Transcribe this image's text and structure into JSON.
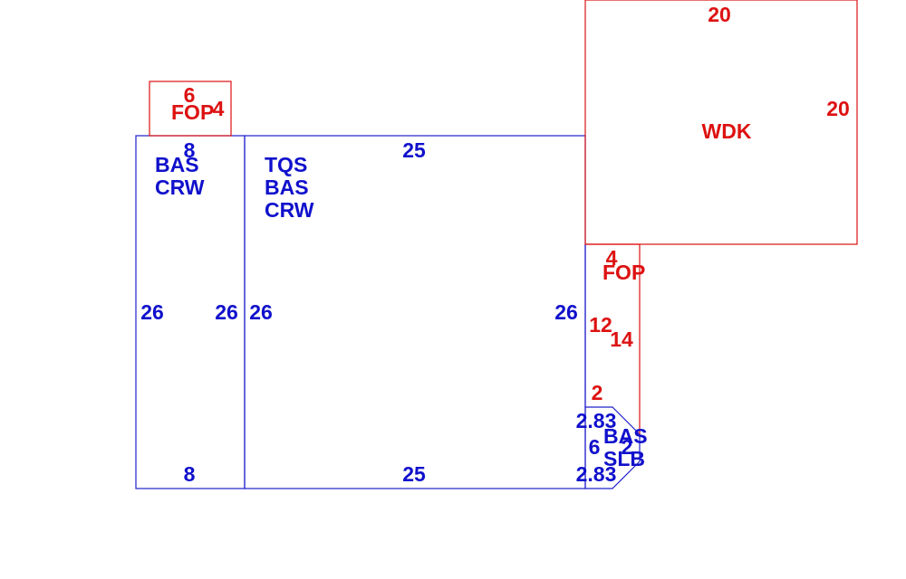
{
  "colors": {
    "living_area": "#1010cc",
    "exterior": "#dd1111",
    "background": "#ffffff"
  },
  "sections": {
    "left": {
      "codes": [
        "BAS",
        "CRW"
      ],
      "dims": {
        "top": "8",
        "bottom": "8",
        "left": "26",
        "right": "26"
      }
    },
    "main": {
      "codes": [
        "TQS",
        "BAS",
        "CRW"
      ],
      "dims": {
        "top": "25",
        "bottom": "25",
        "left": "26",
        "right": "26"
      }
    },
    "fop_top": {
      "code": "FOP",
      "dims": {
        "top": "6",
        "right": "4"
      }
    },
    "wdk": {
      "code": "WDK",
      "dims": {
        "top": "20",
        "right": "20"
      }
    },
    "fop_right": {
      "code": "FOP",
      "dims": {
        "top": "4",
        "left": "12",
        "right": "14",
        "bottom": "2"
      }
    },
    "slab": {
      "codes": [
        "BAS",
        "SLB"
      ],
      "dims": {
        "top_left": "2.83",
        "bottom_left": "2.83",
        "left": "6",
        "right": "2"
      }
    }
  }
}
